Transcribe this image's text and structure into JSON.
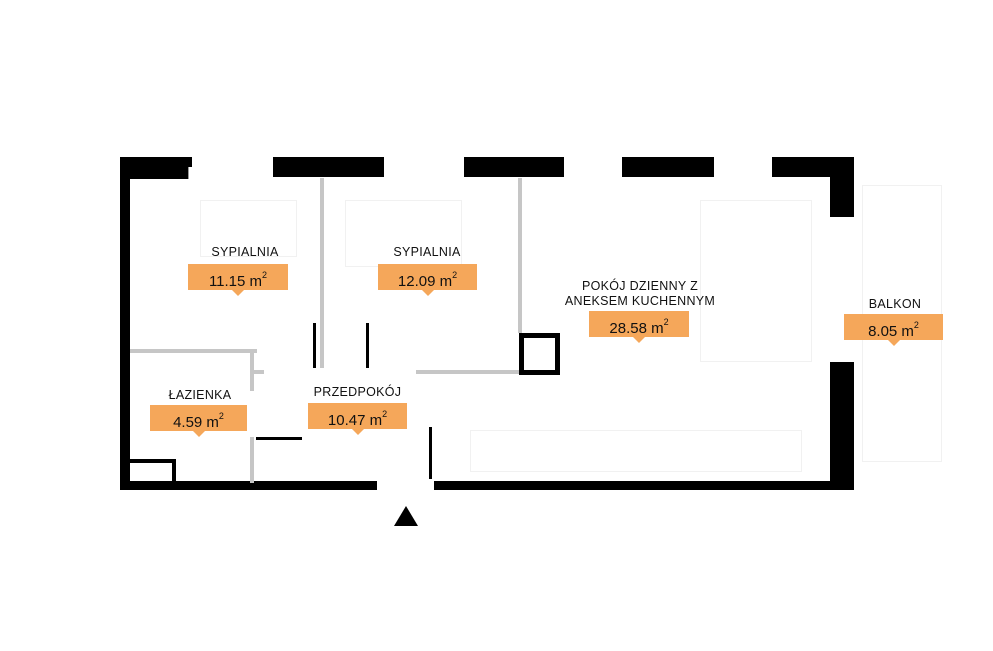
{
  "rooms": {
    "bedroom1": {
      "name": "SYPIALNIA",
      "area": "11.15 m",
      "unit_exp": "2"
    },
    "bedroom2": {
      "name": "SYPIALNIA",
      "area": "12.09 m",
      "unit_exp": "2"
    },
    "living": {
      "name_line1": "POKÓJ DZIENNY Z",
      "name_line2": "ANEKSEM KUCHENNYM",
      "area": "28.58 m",
      "unit_exp": "2"
    },
    "balcony": {
      "name": "BALKON",
      "area": "8.05 m",
      "unit_exp": "2"
    },
    "bathroom": {
      "name": "ŁAZIENKA",
      "area": "4.59 m",
      "unit_exp": "2"
    },
    "hall": {
      "name": "PRZEDPOKÓJ",
      "area": "10.47 m",
      "unit_exp": "2"
    }
  },
  "colors": {
    "wall": "#000000",
    "partition": "#c6c6c6",
    "badge": "#f5a75a"
  },
  "icons": {
    "entrance": "triangle-up"
  }
}
